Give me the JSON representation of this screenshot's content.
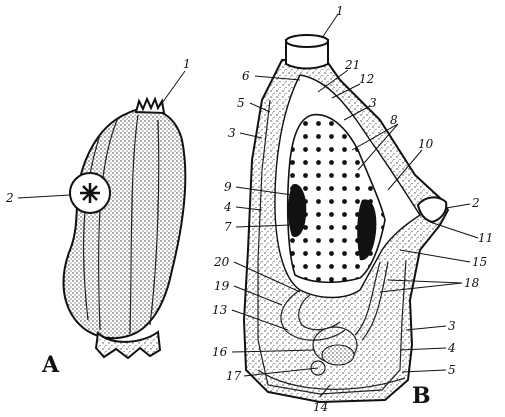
{
  "figure_a": {
    "panel_label": "A",
    "labels": [
      "1",
      "2"
    ]
  },
  "figure_b": {
    "panel_label": "B",
    "labels": [
      "1",
      "21",
      "6",
      "12",
      "5",
      "3",
      "8",
      "3",
      "10",
      "2",
      "9",
      "4",
      "7",
      "11",
      "15",
      "18",
      "20",
      "19",
      "13",
      "3",
      "16",
      "4",
      "17",
      "5",
      "14"
    ]
  },
  "colors": {
    "ink": "#111111",
    "paper": "#ffffff",
    "stipple": "#555555"
  }
}
